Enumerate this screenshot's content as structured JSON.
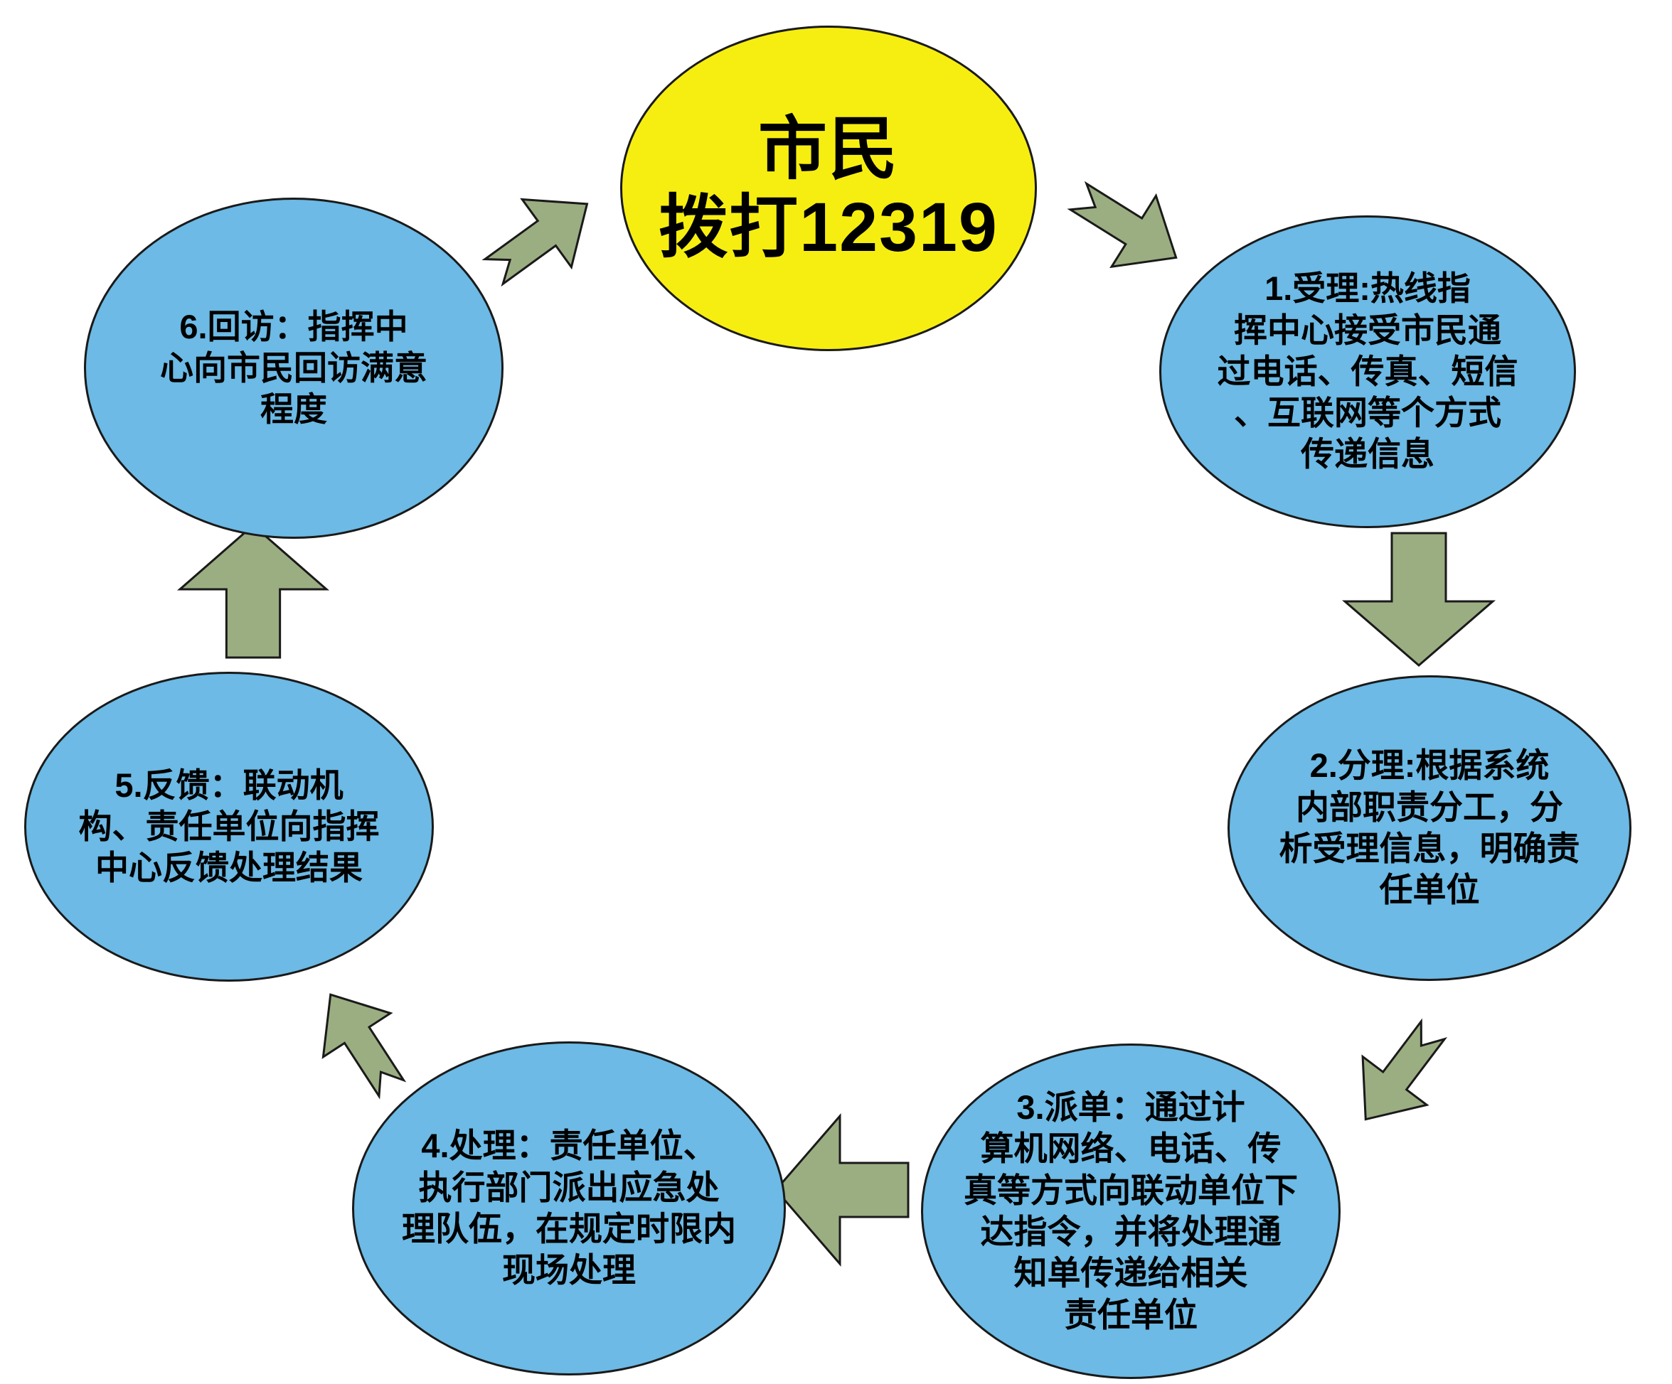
{
  "diagram": {
    "center": {
      "label": "市民\n拨打12319"
    },
    "steps": [
      {
        "label": "1.受理:热线指\n挥中心接受市民通\n过电话、传真、短信\n、互联网等个方式\n传递信息"
      },
      {
        "label": "2.分理:根据系统\n内部职责分工，分\n析受理信息，明确责\n任单位"
      },
      {
        "label": "3.派单：通过计\n算机网络、电话、传\n真等方式向联动单位下\n达指令，并将处理通\n知单传递给相关\n责任单位"
      },
      {
        "label": "4.处理：责任单位、\n执行部门派出应急处\n理队伍，在规定时限内\n现场处理"
      },
      {
        "label": "5.反馈：联动机\n构、责任单位向指挥\n中心反馈处理结果"
      },
      {
        "label": "6.回访：指挥中\n心向市民回访满意\n程度"
      }
    ],
    "colors": {
      "center_fill": "#f7ee11",
      "step_fill": "#6cbae5",
      "arrow_fill": "#9bae82",
      "outline": "#1a1a1a",
      "text": "#000000",
      "background": "#ffffff"
    }
  }
}
